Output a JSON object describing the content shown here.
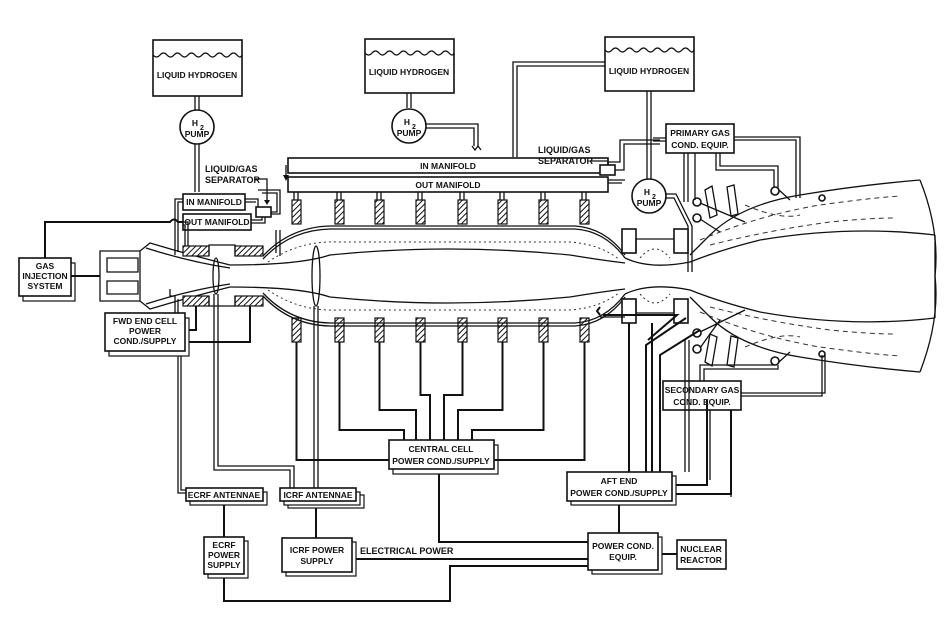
{
  "diagram": {
    "title": "",
    "tanks": [
      {
        "id": "tank-left",
        "label": "LIQUID HYDROGEN"
      },
      {
        "id": "tank-center",
        "label": "LIQUID HYDROGEN"
      },
      {
        "id": "tank-right",
        "label": "LIQUID HYDROGEN"
      }
    ],
    "pumps": [
      {
        "id": "pump-left",
        "line1": "H",
        "sub": "2",
        "line2": "PUMP"
      },
      {
        "id": "pump-center",
        "line1": "H",
        "sub": "2",
        "line2": "PUMP"
      },
      {
        "id": "pump-right",
        "line1": "H",
        "sub": "2",
        "line2": "PUMP"
      }
    ],
    "separators": [
      {
        "id": "separator-fwd",
        "line1": "LIQUID/GAS",
        "line2": "SEPARATOR"
      },
      {
        "id": "separator-central",
        "line1": "LIQUID/GAS",
        "line2": "SEPARATOR"
      }
    ],
    "manifolds": {
      "fwd_in": "IN MANIFOLD",
      "fwd_out": "OUT MANIFOLD",
      "central_in": "IN MANIFOLD",
      "central_out": "OUT MANIFOLD"
    },
    "blocks": {
      "gas_injection": [
        "GAS",
        "INJECTION",
        "SYSTEM"
      ],
      "fwd_end_cell": [
        "FWD END CELL",
        "POWER",
        "COND./SUPPLY"
      ],
      "primary_gas": [
        "PRIMARY GAS",
        "COND. EQUIP."
      ],
      "secondary_gas": [
        "SECONDARY GAS",
        "COND. EQUIP."
      ],
      "central_cell": [
        "CENTRAL CELL",
        "POWER COND./SUPPLY"
      ],
      "aft_end": [
        "AFT END",
        "POWER COND./SUPPLY"
      ],
      "ecrf_antennae": [
        "ECRF ANTENNAE"
      ],
      "icrf_antennae": [
        "ICRF ANTENNAE"
      ],
      "ecrf_power": [
        "ECRF",
        "POWER",
        "SUPPLY"
      ],
      "icrf_power": [
        "ICRF POWER",
        "SUPPLY"
      ],
      "power_cond": [
        "POWER COND.",
        "EQUIP."
      ],
      "nuclear_reactor": [
        "NUCLEAR",
        "REACTOR"
      ]
    },
    "connection_labels": {
      "electrical_power": "ELECTRICAL POWER"
    }
  }
}
